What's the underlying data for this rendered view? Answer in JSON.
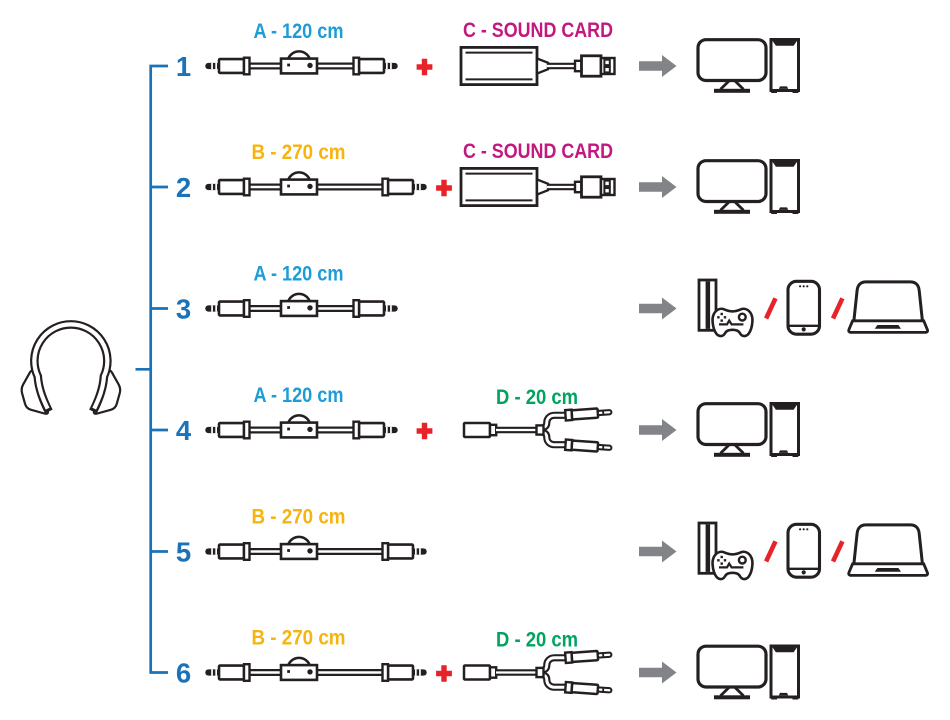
{
  "colors": {
    "ink": "#241f21",
    "blue": "#1a72b8",
    "cyan": "#1d9cd8",
    "yellow": "#f5b40e",
    "magenta": "#c2187f",
    "green": "#00a45e",
    "red": "#e62329",
    "gray": "#828487",
    "background": "#ffffff"
  },
  "headset": {
    "icon": "headphones-icon"
  },
  "rows": [
    {
      "number": "1",
      "cable": {
        "id": "A",
        "label": "A - 120 cm",
        "color": "cyan",
        "icon": "audio-cable-icon"
      },
      "connector": "+",
      "addon": {
        "id": "C",
        "label": "C - SOUND CARD",
        "color": "magenta",
        "icon": "usb-sound-card-icon"
      },
      "arrow": "arrow-right-icon",
      "devices": [
        "desktop-monitor-icon",
        "pc-tower-icon"
      ]
    },
    {
      "number": "2",
      "cable": {
        "id": "B",
        "label": "B - 270 cm",
        "color": "yellow",
        "icon": "audio-cable-icon"
      },
      "connector": "+",
      "addon": {
        "id": "C",
        "label": "C - SOUND CARD",
        "color": "magenta",
        "icon": "usb-sound-card-icon"
      },
      "arrow": "arrow-right-icon",
      "devices": [
        "desktop-monitor-icon",
        "pc-tower-icon"
      ]
    },
    {
      "number": "3",
      "cable": {
        "id": "A",
        "label": "A - 120 cm",
        "color": "cyan",
        "icon": "audio-cable-icon"
      },
      "connector": null,
      "addon": null,
      "arrow": "arrow-right-icon",
      "separator": "/",
      "devices": [
        "game-console-icon",
        "gamepad-icon",
        "smartphone-icon",
        "laptop-icon"
      ]
    },
    {
      "number": "4",
      "cable": {
        "id": "A",
        "label": "A - 120 cm",
        "color": "cyan",
        "icon": "audio-cable-icon"
      },
      "connector": "+",
      "addon": {
        "id": "D",
        "label": "D - 20 cm",
        "color": "green",
        "icon": "splitter-cable-icon"
      },
      "arrow": "arrow-right-icon",
      "devices": [
        "desktop-monitor-icon",
        "pc-tower-icon"
      ]
    },
    {
      "number": "5",
      "cable": {
        "id": "B",
        "label": "B - 270 cm",
        "color": "yellow",
        "icon": "audio-cable-icon"
      },
      "connector": null,
      "addon": null,
      "arrow": "arrow-right-icon",
      "separator": "/",
      "devices": [
        "game-console-icon",
        "gamepad-icon",
        "smartphone-icon",
        "laptop-icon"
      ]
    },
    {
      "number": "6",
      "cable": {
        "id": "B",
        "label": "B - 270 cm",
        "color": "yellow",
        "icon": "audio-cable-icon"
      },
      "connector": "+",
      "addon": {
        "id": "D",
        "label": "D - 20 cm",
        "color": "green",
        "icon": "splitter-cable-icon"
      },
      "arrow": "arrow-right-icon",
      "devices": [
        "desktop-monitor-icon",
        "pc-tower-icon"
      ]
    }
  ]
}
